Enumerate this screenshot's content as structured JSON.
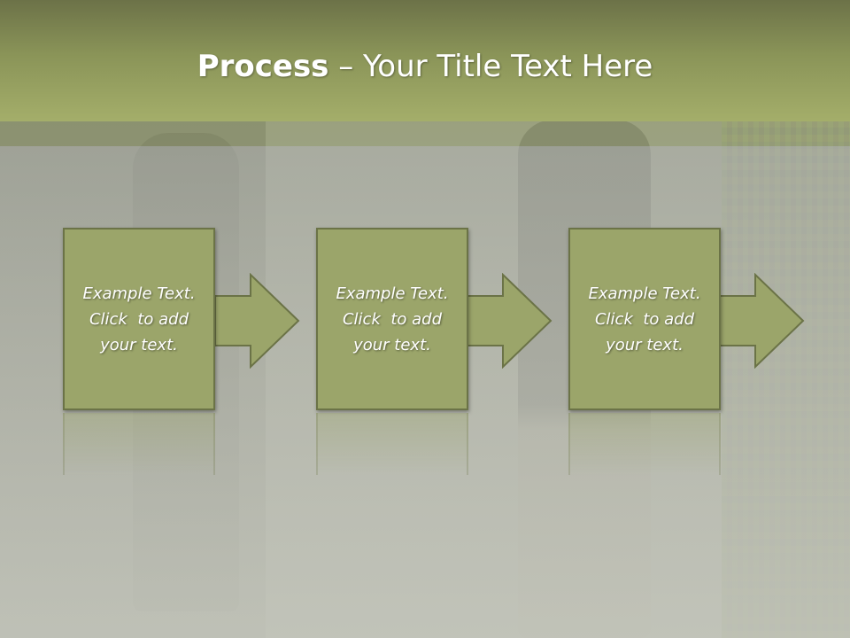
{
  "title": {
    "bold": "Process",
    "rest": " – Your Title Text Here"
  },
  "steps": [
    {
      "line1": "Example Text.",
      "line2": "Click  to add",
      "line3": "your text."
    },
    {
      "line1": "Example Text.",
      "line2": "Click  to add",
      "line3": "your text."
    },
    {
      "line1": "Example Text.",
      "line2": "Click  to add",
      "line3": "your text."
    }
  ],
  "colors": {
    "box_fill": "#9ba56a",
    "box_border": "#6b7347",
    "title_bar": "#8a9458"
  }
}
